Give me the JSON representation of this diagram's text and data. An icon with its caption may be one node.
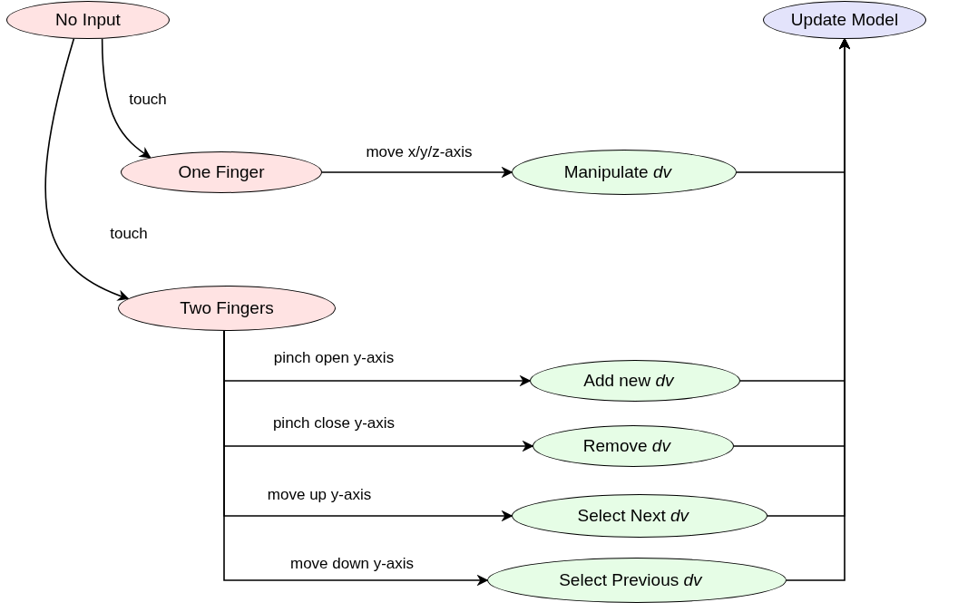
{
  "diagram": {
    "nodes": [
      {
        "text": [
          "No Input"
        ]
      },
      {
        "text": [
          "Update Model"
        ]
      },
      {
        "text": [
          "One Finger"
        ]
      },
      {
        "text": [
          "Manipulate *dv⃗*"
        ]
      },
      {
        "text": [
          "Two Fingers"
        ]
      },
      {
        "text": [
          "Add new *dv⃗*"
        ]
      },
      {
        "text": [
          "Remove *dv⃗*"
        ]
      },
      {
        "text": [
          "Select Next *dv⃗*"
        ]
      },
      {
        "text": [
          "Select Previous *dv⃗*"
        ]
      }
    ],
    "edges": [
      {
        "from": 0,
        "to": 2,
        "arrow": "to",
        "label": "touch"
      },
      {
        "from": 0,
        "to": 4,
        "arrow": "to",
        "label": "touch"
      },
      {
        "from": 2,
        "to": 3,
        "arrow": "to",
        "label": "move x/y/z-axis"
      },
      {
        "from": 4,
        "to": 5,
        "arrow": "to",
        "label": "pinch open y-axis"
      },
      {
        "from": 4,
        "to": 6,
        "arrow": "to",
        "label": "pinch close y-axis"
      },
      {
        "from": 4,
        "to": 7,
        "arrow": "to",
        "label": "move up y-axis"
      },
      {
        "from": 4,
        "to": 8,
        "arrow": "to",
        "label": "move down y-axis"
      },
      {
        "from": 3,
        "to": 1,
        "arrow": "to"
      },
      {
        "from": 5,
        "to": 1,
        "arrow": "to"
      },
      {
        "from": 6,
        "to": 1,
        "arrow": "to"
      },
      {
        "from": 7,
        "to": 1,
        "arrow": "to"
      },
      {
        "from": 8,
        "to": 1,
        "arrow": "to"
      }
    ]
  }
}
